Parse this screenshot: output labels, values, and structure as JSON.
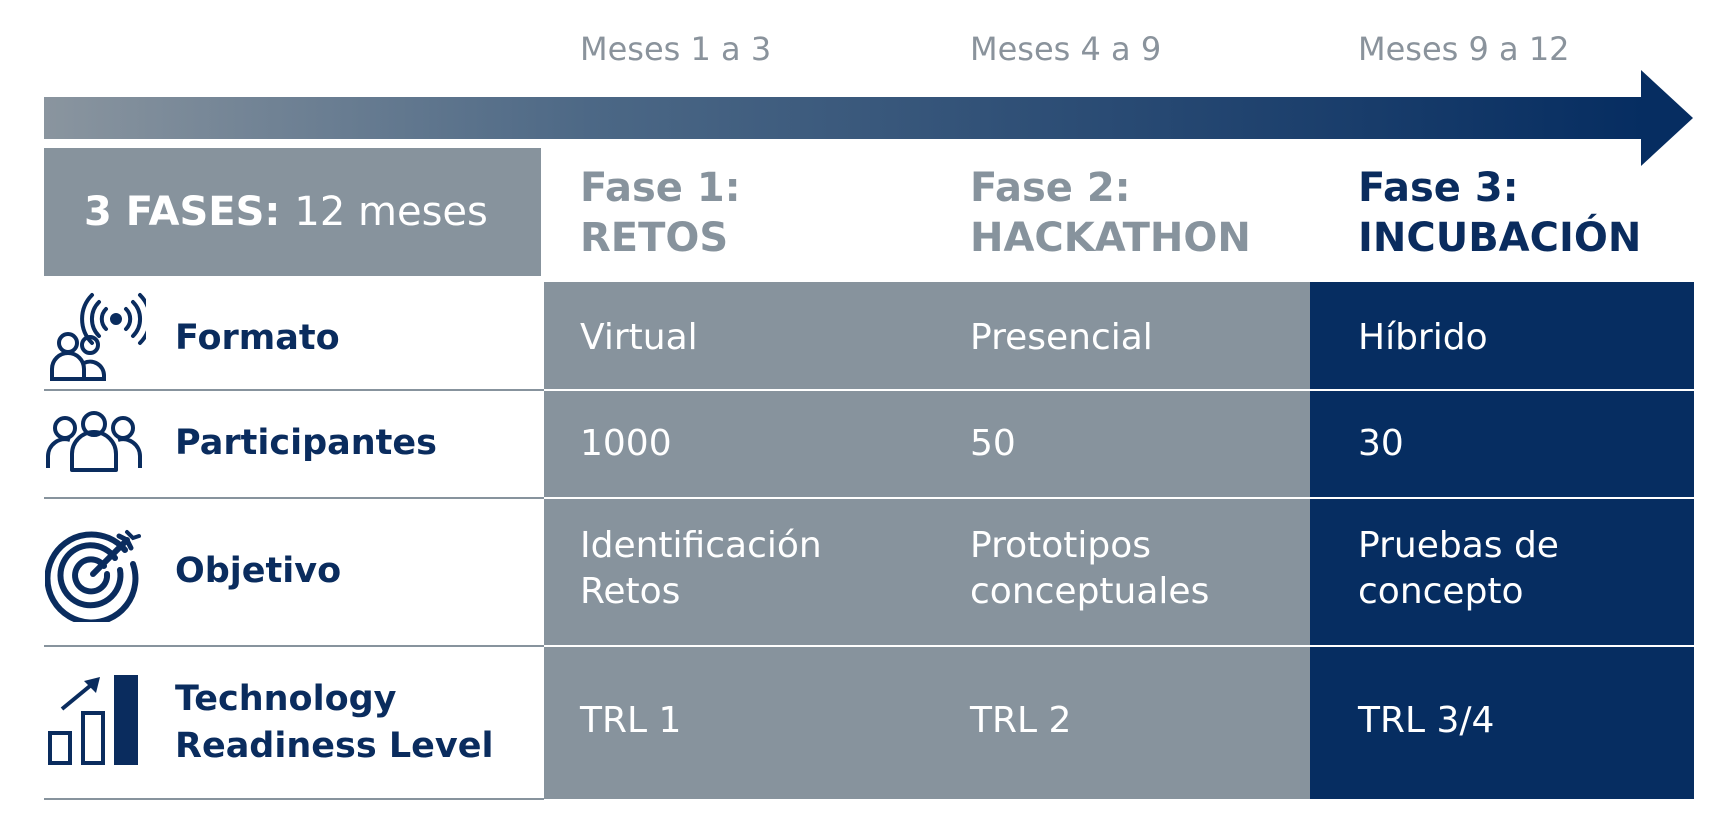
{
  "timeline": {
    "months": [
      "Meses 1 a 3",
      "Meses 4 a 9",
      "Meses 9 a 12"
    ]
  },
  "summary": {
    "bold": "3 FASES:",
    "rest": "12 meses"
  },
  "phases": [
    {
      "line1": "Fase 1:",
      "line2": "RETOS"
    },
    {
      "line1": "Fase 2:",
      "line2": "HACKATHON"
    },
    {
      "line1": "Fase 3:",
      "line2": "INCUBACIÓN"
    }
  ],
  "rows": [
    {
      "label": "Formato",
      "icon": "broadcast-people-icon",
      "cells": [
        "Virtual",
        "Presencial",
        "Híbrido"
      ]
    },
    {
      "label": "Participantes",
      "icon": "group-icon",
      "cells": [
        "1000",
        "50",
        "30"
      ]
    },
    {
      "label": "Objetivo",
      "icon": "target-icon",
      "cells": [
        "Identificación\nRetos",
        "Prototipos\nconceptuales",
        "Pruebas de\nconcepto"
      ]
    },
    {
      "label": "Technology\nReadiness Level",
      "icon": "growth-chart-icon",
      "cells": [
        "TRL 1",
        "TRL 2",
        "TRL 3/4"
      ]
    }
  ],
  "colors": {
    "grey": "#87939d",
    "navy": "#062d61",
    "text_navy": "#0a2c5e",
    "muted": "#8a939c"
  }
}
